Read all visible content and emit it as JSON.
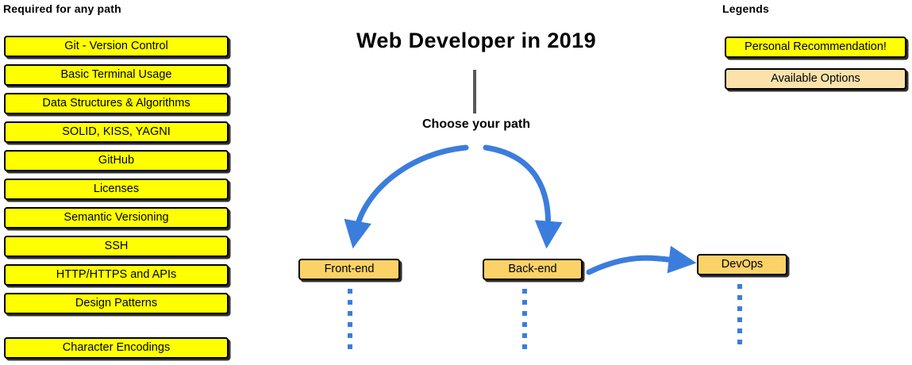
{
  "headings": {
    "required": "Required for any path",
    "legends": "Legends"
  },
  "title": "Web Developer in 2019",
  "choose_path_label": "Choose your path",
  "required_items": [
    {
      "label": "Git - Version Control"
    },
    {
      "label": "Basic Terminal Usage"
    },
    {
      "label": "Data Structures & Algorithms"
    },
    {
      "label": "SOLID, KISS, YAGNI"
    },
    {
      "label": "GitHub"
    },
    {
      "label": "Licenses"
    },
    {
      "label": "Semantic Versioning"
    },
    {
      "label": "SSH"
    },
    {
      "label": "HTTP/HTTPS and APIs"
    },
    {
      "label": "Design Patterns"
    },
    {
      "label": "Character Encodings"
    }
  ],
  "legend_items": [
    {
      "label": "Personal Recommendation!",
      "swatch": "#FFFF00"
    },
    {
      "label": "Available Options",
      "swatch": "#FBE2AB"
    }
  ],
  "path_nodes": [
    {
      "label": "Front-end"
    },
    {
      "label": "Back-end"
    },
    {
      "label": "DevOps"
    }
  ],
  "colors": {
    "recommendation_yellow": "#FFFF00",
    "available_tan": "#FBD268",
    "available_tan_light": "#FBE2AB",
    "arrow_blue": "#3B7DDD",
    "trunk_gray": "#595959",
    "outline_black": "#000000",
    "background": "#FFFFFF"
  }
}
